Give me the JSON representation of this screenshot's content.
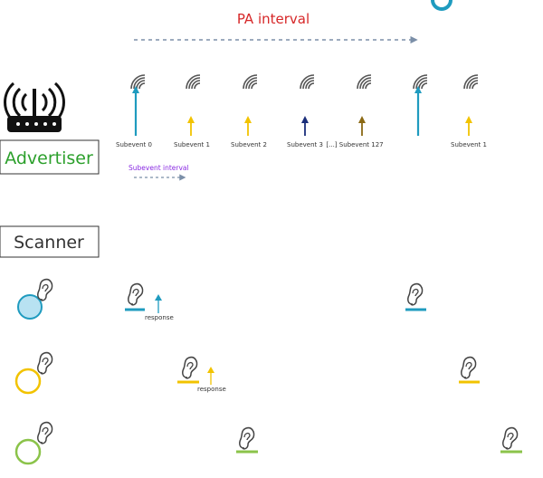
{
  "colors": {
    "pa_title": "#d62728",
    "dashed_arrow": "#7b8fa8",
    "blue": "#1f9bbf",
    "yellow": "#f2c300",
    "navy": "#1a2e7a",
    "brown": "#8b6914",
    "purple": "#8a2be2",
    "green": "#2ca02c",
    "light_blue_fill": "#b8e2f2",
    "box_border": "#333333",
    "signal_gray": "#555555"
  },
  "pa_interval": {
    "label": "PA interval"
  },
  "subevent_interval": {
    "label": "Subevent interval"
  },
  "advertiser": {
    "label": "Advertiser",
    "subevents": [
      {
        "label": "Subevent 0",
        "color": "blue",
        "tall": true
      },
      {
        "label": "Subevent 1",
        "color": "yellow",
        "tall": false
      },
      {
        "label": "Subevent 2",
        "color": "yellow",
        "tall": false
      },
      {
        "label": "Subevent 3",
        "color": "navy",
        "tall": false
      },
      {
        "label": "[...] Subevent 127",
        "color": "brown",
        "tall": false
      },
      {
        "label": "",
        "color": "blue",
        "tall": true
      },
      {
        "label": "Subevent 1",
        "color": "yellow",
        "tall": false
      }
    ]
  },
  "scanner": {
    "label": "Scanner",
    "devices": [
      {
        "color": "blue",
        "filled": true,
        "response_label": "response"
      },
      {
        "color": "yellow",
        "filled": false,
        "response_label": "response"
      },
      {
        "color": "green",
        "filled": false,
        "response_label": ""
      }
    ]
  }
}
